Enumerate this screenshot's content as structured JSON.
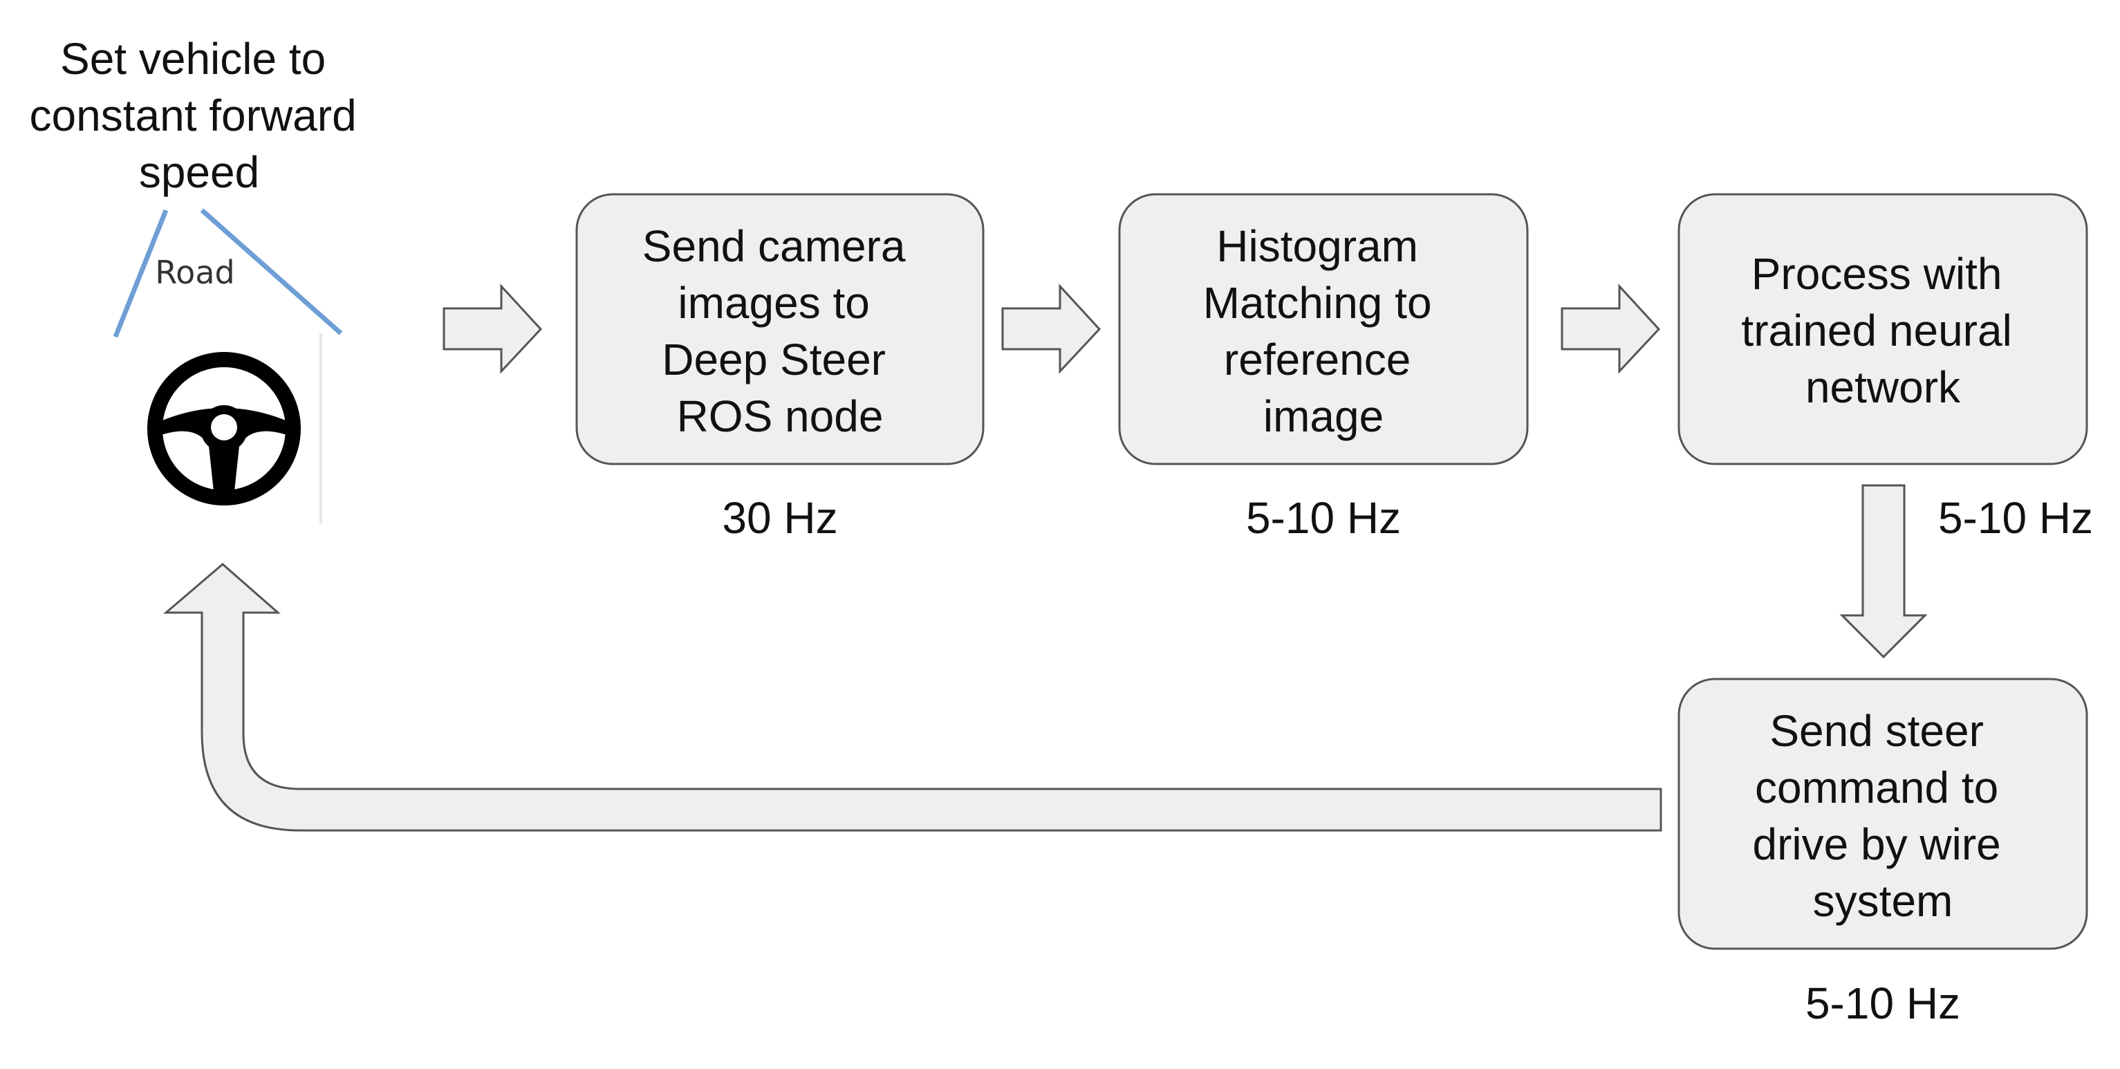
{
  "start_label": {
    "lines": [
      "Set vehicle to",
      "constant forward",
      "speed"
    ]
  },
  "road_label": "Road",
  "boxes": [
    {
      "lines": [
        "Send camera",
        "images to",
        "Deep Steer",
        "ROS node"
      ],
      "rate": "30 Hz"
    },
    {
      "lines": [
        "Histogram",
        "Matching to",
        "reference",
        "image"
      ],
      "rate": "5-10 Hz"
    },
    {
      "lines": [
        "Process with",
        "trained neural",
        "network"
      ],
      "rate": "5-10 Hz"
    },
    {
      "lines": [
        "Send steer",
        "command to",
        "drive by wire",
        "system"
      ],
      "rate": "5-10 Hz"
    }
  ],
  "colors": {
    "box_fill": "#efefef",
    "box_stroke": "#555555",
    "road_line": "#6d9ed5",
    "wheel": "#000000"
  },
  "icons": {
    "wheel": "steering-wheel-icon"
  }
}
